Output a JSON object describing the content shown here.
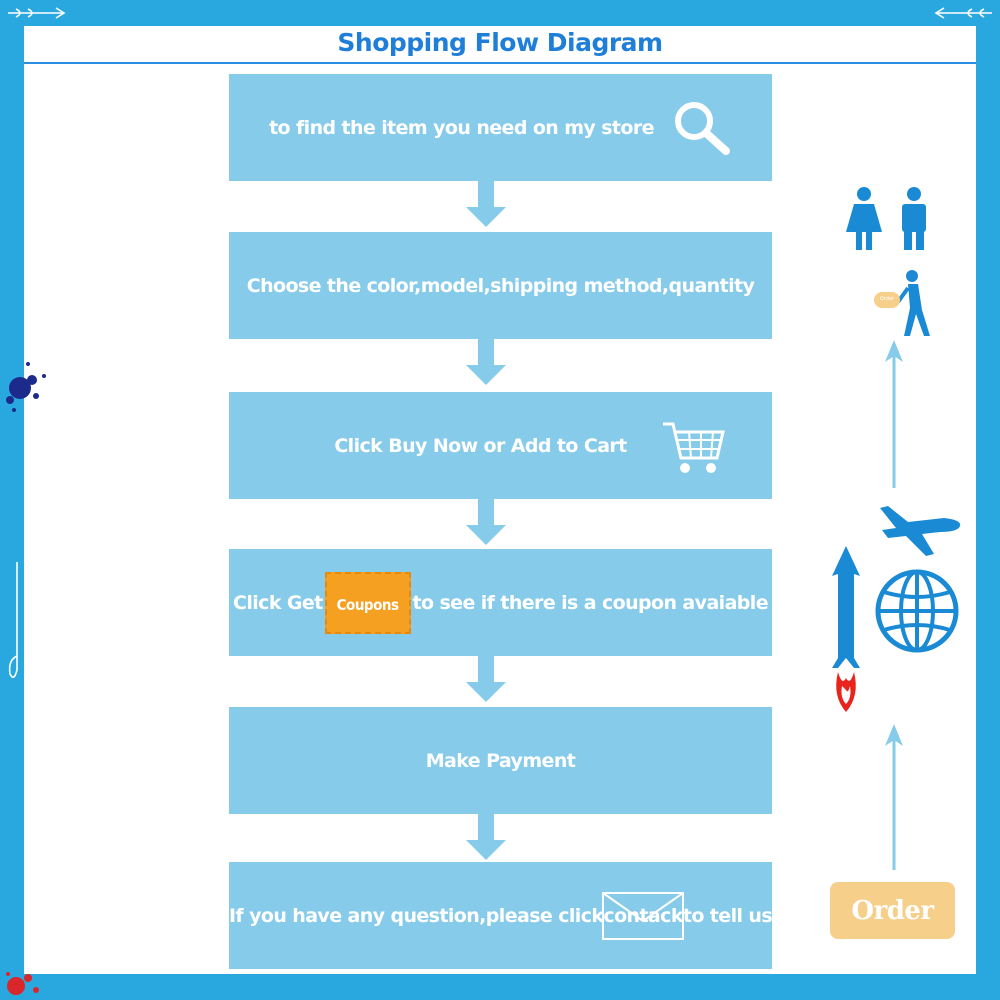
{
  "title": "Shopping Flow Diagram",
  "steps": [
    {
      "text": "to find the item you need on my store",
      "icon": "search-icon"
    },
    {
      "text": "Choose the color,model,shipping method,quantity"
    },
    {
      "text": "Click Buy Now or Add to Cart",
      "icon": "shopping-cart-icon"
    },
    {
      "text_before": "Click Get",
      "badge": "Coupons",
      "text_after": "to see if there is a coupon avaiable"
    },
    {
      "text": "Make Payment"
    },
    {
      "text_before": "If you have any question,please click",
      "link": "contack",
      "text_after": "to tell us",
      "icon": "envelope-icon"
    }
  ],
  "side": {
    "order_button": "Order",
    "order_tag": "Order",
    "icons": [
      "woman-icon",
      "man-icon",
      "walking-person-icon",
      "airplane-icon",
      "globe-icon",
      "rocket-icon"
    ]
  },
  "colors": {
    "frame": "#29a8e0",
    "step_box": "#86cbea",
    "title": "#1f7fd8",
    "coupon": "#f5a021",
    "order": "#f6cf8a"
  }
}
